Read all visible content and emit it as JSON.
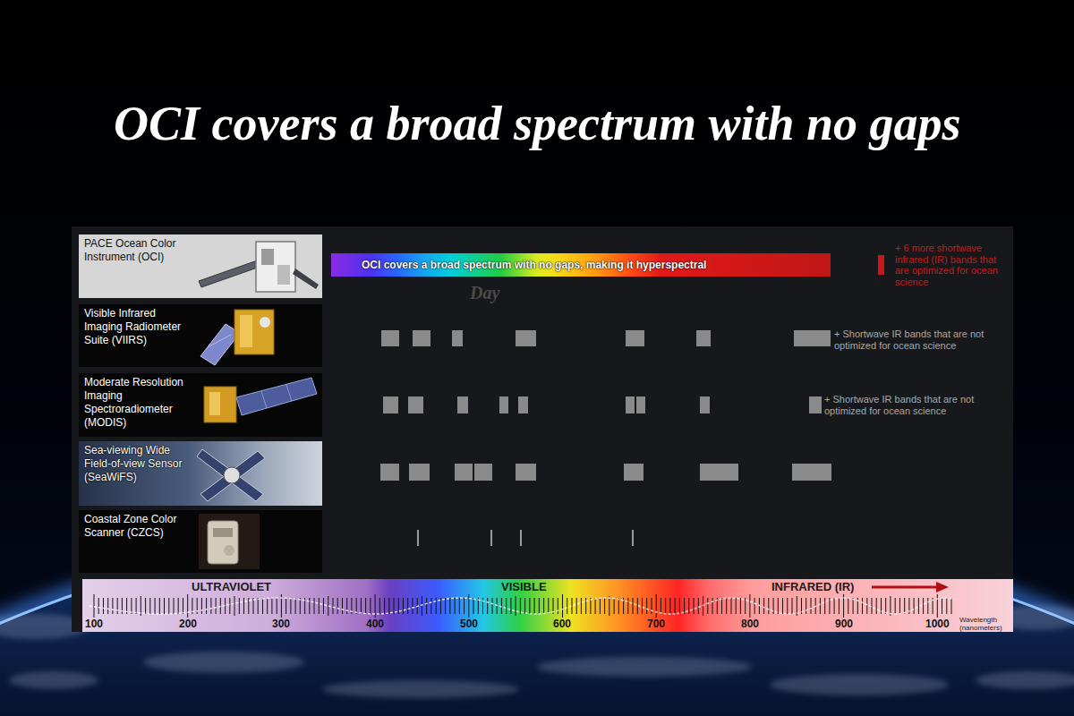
{
  "diagram": {
    "title": "OCI covers a broad spectrum with no gaps",
    "nodes": [
      {
        "text": [
          "PACE Ocean Color Instrument (OCI)"
        ]
      },
      {
        "text": [
          "OCI covers a broad spectrum with no gaps, making it hyperspectral"
        ]
      },
      {
        "text": [
          "Visible Infrared Imaging Radiometer Suite (VIIRS)"
        ]
      },
      {
        "text": [
          "Moderate Resolution Imaging Spectroradiometer (MODIS)"
        ]
      },
      {
        "text": [
          "Sea-viewing Wide Field-of-view Sensor (SeaWiFS)"
        ]
      },
      {
        "text": [
          "Coastal Zone Color Scanner (CZCS)"
        ]
      }
    ],
    "labels": [
      "Day",
      "+ 6 more shortwave infrared (IR) bands that are optimized for ocean science",
      "+ Shortwave IR bands that are not optimized for ocean science",
      "+ Shortwave IR bands that are not optimized for ocean science",
      "ULTRAVIOLET",
      "VISIBLE",
      "INFRARED (IR)",
      "100",
      "200",
      "300",
      "400",
      "500",
      "600",
      "700",
      "800",
      "900",
      "1000",
      "Wavelength (nanometers)"
    ]
  }
}
